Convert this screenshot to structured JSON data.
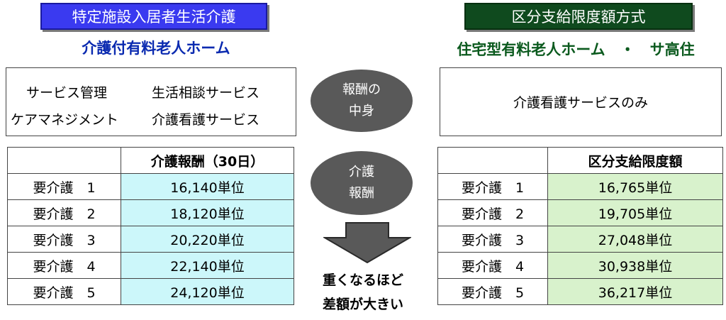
{
  "left": {
    "header": "特定施設入居者生活介護",
    "subtitle": "介護付有料老人ホーム",
    "services": [
      "サービス管理",
      "生活相談サービス",
      "ケアマネジメント",
      "介護看護サービス"
    ],
    "table": {
      "column_header": "介護報酬（30日）",
      "rows": [
        {
          "label": "要介護　1",
          "value": "16,140単位"
        },
        {
          "label": "要介護　2",
          "value": "18,120単位"
        },
        {
          "label": "要介護　3",
          "value": "20,220単位"
        },
        {
          "label": "要介護　4",
          "value": "22,140単位"
        },
        {
          "label": "要介護　5",
          "value": "24,120単位"
        }
      ]
    }
  },
  "right": {
    "header": "区分支給限度額方式",
    "subtitle": "住宅型有料老人ホーム　・　サ高住",
    "services": "介護看護サービスのみ",
    "table": {
      "column_header": "区分支給限度額",
      "rows": [
        {
          "label": "要介護　1",
          "value": "16,765単位"
        },
        {
          "label": "要介護　2",
          "value": "19,705単位"
        },
        {
          "label": "要介護　3",
          "value": "27,048単位"
        },
        {
          "label": "要介護　4",
          "value": "30,938単位"
        },
        {
          "label": "要介護　5",
          "value": "36,217単位"
        }
      ]
    }
  },
  "center": {
    "oval1": [
      "報酬の",
      "中身"
    ],
    "oval2": [
      "介護",
      "報酬"
    ],
    "bottom": [
      "重くなるほど",
      "差額が大きい"
    ]
  },
  "colors": {
    "left_header_bg": "#3a3af0",
    "right_header_bg": "#0f4a1e",
    "left_value_bg": "#ccf7fa",
    "right_value_bg": "#d8f2cc",
    "oval_bg": "#595959"
  }
}
